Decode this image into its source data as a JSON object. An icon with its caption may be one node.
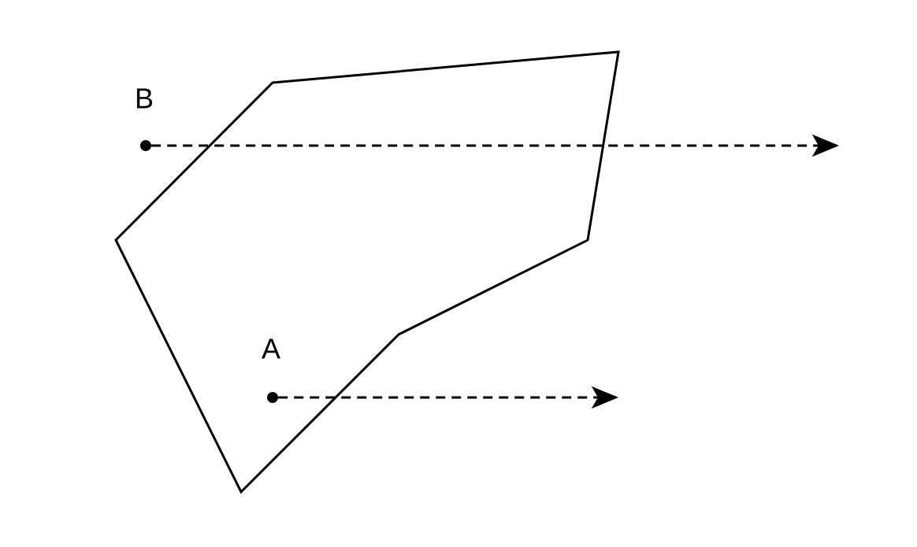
{
  "diagram": {
    "nodes": [
      {
        "text": [],
        "shape": "circle"
      },
      {
        "text": [],
        "shape": "circle"
      }
    ],
    "edges": [
      {
        "from": 0,
        "to": null,
        "arrow": "to",
        "style": "dashed"
      },
      {
        "from": 1,
        "to": null,
        "arrow": "to",
        "style": "dashed"
      }
    ],
    "labels": [
      "B",
      "A"
    ]
  }
}
